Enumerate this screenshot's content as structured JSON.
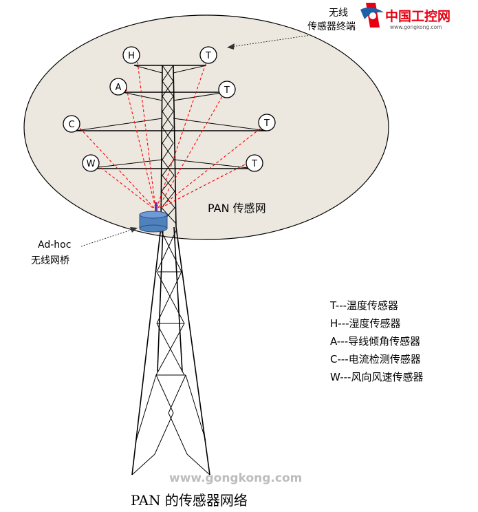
{
  "logo": {
    "name": "中国工控网",
    "url": "www.gongkong.com"
  },
  "watermark": "www.gongkong.com",
  "callouts": {
    "terminal_line1": "无线",
    "terminal_line2": "传感器终端",
    "bridge_line1": "Ad-hoc",
    "bridge_line2": "无线网桥"
  },
  "network_label": "PAN 传感网",
  "sensor_nodes": [
    {
      "letter": "H"
    },
    {
      "letter": "T"
    },
    {
      "letter": "A"
    },
    {
      "letter": "T"
    },
    {
      "letter": "C"
    },
    {
      "letter": "T"
    },
    {
      "letter": "W"
    },
    {
      "letter": "T"
    }
  ],
  "legend": [
    "T---温度传感器",
    "H---湿度传感器",
    "A---导线倾角传感器",
    "C---电流检测传感器",
    "W---风向风速传感器"
  ],
  "caption": "PAN 的传感器网络",
  "colors": {
    "ellipse_fill": "#ece8df",
    "link": "#ff0000",
    "bridge": "#4f81bd",
    "antenna": "#7030a0",
    "logo_red": "#e60012",
    "watermark": "#bdbdbd"
  }
}
